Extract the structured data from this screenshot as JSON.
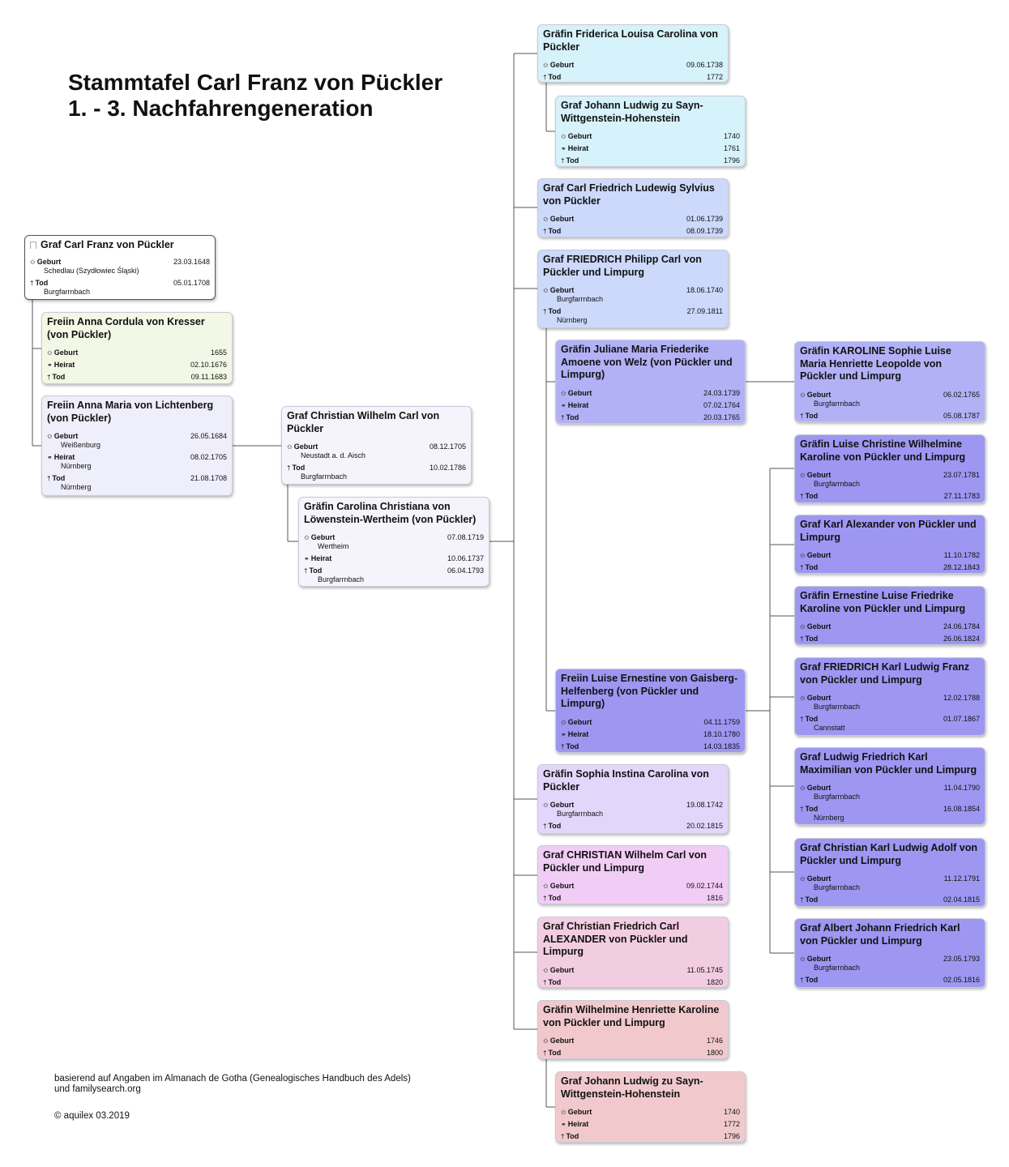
{
  "title": {
    "line1": "Stammtafel Carl Franz von Pückler",
    "line2": "1. - 3. Nachfahrengeneration"
  },
  "footer": {
    "line1": "basierend auf Angaben im Almanach de Gotha (Genealogisches Handbuch des Adels)",
    "line2": "und familysearch.org",
    "copyright": "© aquilex 03.2019"
  },
  "colors": {
    "root": "#ffffff",
    "spouse_green": "#f3f8e6",
    "lavender": "#efeefb",
    "light_lavender": "#f5f4fc",
    "cyan": "#d6f2fb",
    "blue": "#ccd9fb",
    "purple": "#b2b1f6",
    "violet": "#9d97f2",
    "lilac": "#e4d6fb",
    "pink_magenta": "#f1cdf6",
    "pink": "#f2cde2",
    "rose": "#f1c9cd",
    "line": "#555555"
  },
  "people": [
    {
      "key": "carl_franz",
      "name": "Graf Carl Franz von Pückler",
      "events": [
        {
          "label": "Geburt",
          "sym": "✩",
          "date": "23.03.1648",
          "place": "Schedlau (Szydłowiec Śląski)"
        },
        {
          "label": "Tod",
          "sym": "†",
          "date": "05.01.1708",
          "place": "Burgfarrnbach"
        }
      ]
    },
    {
      "key": "anna_cordula",
      "name": "Freiin Anna Cordula von Kresser (von Pückler)",
      "events": [
        {
          "label": "Geburt",
          "sym": "✩",
          "date": "1655"
        },
        {
          "label": "Heirat",
          "sym": "⚭",
          "date": "02.10.1676"
        },
        {
          "label": "Tod",
          "sym": "†",
          "date": "09.11.1683"
        }
      ]
    },
    {
      "key": "anna_maria",
      "name": "Freiin Anna Maria von Lichtenberg (von Pückler)",
      "events": [
        {
          "label": "Geburt",
          "sym": "✩",
          "date": "26.05.1684",
          "place": "Weißenburg"
        },
        {
          "label": "Heirat",
          "sym": "⚭",
          "date": "08.02.1705",
          "place": "Nürnberg"
        },
        {
          "label": "Tod",
          "sym": "†",
          "date": "21.08.1708",
          "place": "Nürnberg"
        }
      ]
    },
    {
      "key": "christian_wilhelm",
      "name": "Graf Christian Wilhelm Carl von Pückler",
      "events": [
        {
          "label": "Geburt",
          "sym": "✩",
          "date": "08.12.1705",
          "place": "Neustadt a. d. Aisch"
        },
        {
          "label": "Tod",
          "sym": "†",
          "date": "10.02.1786",
          "place": "Burgfarrnbach"
        }
      ]
    },
    {
      "key": "carolina",
      "name": "Gräfin Carolina Christiana von Löwenstein-Wertheim (von Pückler)",
      "events": [
        {
          "label": "Geburt",
          "sym": "✩",
          "date": "07.08.1719",
          "place": "Wertheim"
        },
        {
          "label": "Heirat",
          "sym": "⚭",
          "date": "10.06.1737"
        },
        {
          "label": "Tod",
          "sym": "†",
          "date": "06.04.1793",
          "place": "Burgfarrnbach"
        }
      ]
    },
    {
      "key": "friderica",
      "name": "Gräfin Friderica Louisa Carolina von Pückler",
      "events": [
        {
          "label": "Geburt",
          "sym": "✩",
          "date": "09.06.1738"
        },
        {
          "label": "Tod",
          "sym": "†",
          "date": "1772"
        }
      ]
    },
    {
      "key": "johann_ludwig_1",
      "name": "Graf Johann Ludwig zu Sayn-Wittgenstein-Hohenstein",
      "events": [
        {
          "label": "Geburt",
          "sym": "✩",
          "date": "1740"
        },
        {
          "label": "Heirat",
          "sym": "⚭",
          "date": "1761"
        },
        {
          "label": "Tod",
          "sym": "†",
          "date": "1796"
        }
      ]
    },
    {
      "key": "carl_friedrich",
      "name": "Graf Carl Friedrich Ludewig Sylvius von Pückler",
      "events": [
        {
          "label": "Geburt",
          "sym": "✩",
          "date": "01.06.1739"
        },
        {
          "label": "Tod",
          "sym": "†",
          "date": "08.09.1739"
        }
      ]
    },
    {
      "key": "friedrich_philipp",
      "name": "Graf FRIEDRICH Philipp Carl von Pückler und Limpurg",
      "events": [
        {
          "label": "Geburt",
          "sym": "✩",
          "date": "18.06.1740",
          "place": "Burgfarrnbach"
        },
        {
          "label": "Tod",
          "sym": "†",
          "date": "27.09.1811",
          "place": "Nürnberg"
        }
      ]
    },
    {
      "key": "juliane",
      "name": "Gräfin Juliane Maria Friederike Amoene von Welz (von Pückler und Limpurg)",
      "events": [
        {
          "label": "Geburt",
          "sym": "✩",
          "date": "24.03.1739"
        },
        {
          "label": "Heirat",
          "sym": "⚭",
          "date": "07.02.1764"
        },
        {
          "label": "Tod",
          "sym": "†",
          "date": "20.03.1765"
        }
      ]
    },
    {
      "key": "karoline",
      "name": "Gräfin KAROLINE Sophie Luise Maria Henriette Leopolde von Pückler und Limpurg",
      "events": [
        {
          "label": "Geburt",
          "sym": "✩",
          "date": "06.02.1765",
          "place": "Burgfarrnbach"
        },
        {
          "label": "Tod",
          "sym": "†",
          "date": "05.08.1787"
        }
      ]
    },
    {
      "key": "luise_christine",
      "name": "Gräfin Luise Christine Wilhelmine Karoline von Pückler und Limpurg",
      "events": [
        {
          "label": "Geburt",
          "sym": "✩",
          "date": "23.07.1781",
          "place": "Burgfarrnbach"
        },
        {
          "label": "Tod",
          "sym": "†",
          "date": "27.11.1783"
        }
      ]
    },
    {
      "key": "karl_alexander",
      "name": "Graf Karl Alexander von Pückler und Limpurg",
      "events": [
        {
          "label": "Geburt",
          "sym": "✩",
          "date": "11.10.1782"
        },
        {
          "label": "Tod",
          "sym": "†",
          "date": "28.12.1843"
        }
      ]
    },
    {
      "key": "ernestine",
      "name": "Gräfin Ernestine Luise Friedrike Karoline von Pückler und Limpurg",
      "events": [
        {
          "label": "Geburt",
          "sym": "✩",
          "date": "24.06.1784"
        },
        {
          "label": "Tod",
          "sym": "†",
          "date": "26.06.1824"
        }
      ]
    },
    {
      "key": "friedrich_karl",
      "name": "Graf FRIEDRICH Karl Ludwig Franz von Pückler und Limpurg",
      "events": [
        {
          "label": "Geburt",
          "sym": "✩",
          "date": "12.02.1788",
          "place": "Burgfarrnbach"
        },
        {
          "label": "Tod",
          "sym": "†",
          "date": "01.07.1867",
          "place": "Cannstatt"
        }
      ]
    },
    {
      "key": "luise_ernestine",
      "name": "Freiin Luise Ernestine von Gaisberg-Helfenberg (von Pückler und Limpurg)",
      "events": [
        {
          "label": "Geburt",
          "sym": "✩",
          "date": "04.11.1759"
        },
        {
          "label": "Heirat",
          "sym": "⚭",
          "date": "18.10.1780"
        },
        {
          "label": "Tod",
          "sym": "†",
          "date": "14.03.1835"
        }
      ]
    },
    {
      "key": "ludwig_friedrich",
      "name": "Graf Ludwig Friedrich Karl Maximilian von Pückler und Limpurg",
      "events": [
        {
          "label": "Geburt",
          "sym": "✩",
          "date": "11.04.1790",
          "place": "Burgfarrnbach"
        },
        {
          "label": "Tod",
          "sym": "†",
          "date": "16.08.1854",
          "place": "Nürnberg"
        }
      ]
    },
    {
      "key": "sophia",
      "name": "Gräfin Sophia Instina Carolina von Pückler",
      "events": [
        {
          "label": "Geburt",
          "sym": "✩",
          "date": "19.08.1742",
          "place": "Burgfarrnbach"
        },
        {
          "label": "Tod",
          "sym": "†",
          "date": "20.02.1815"
        }
      ]
    },
    {
      "key": "christian_karl",
      "name": "Graf Christian Karl Ludwig Adolf von Pückler und Limpurg",
      "events": [
        {
          "label": "Geburt",
          "sym": "✩",
          "date": "11.12.1791",
          "place": "Burgfarrnbach"
        },
        {
          "label": "Tod",
          "sym": "†",
          "date": "02.04.1815"
        }
      ]
    },
    {
      "key": "christian_wilhelm_2",
      "name": "Graf CHRISTIAN Wilhelm Carl von Pückler und Limpurg",
      "events": [
        {
          "label": "Geburt",
          "sym": "✩",
          "date": "09.02.1744"
        },
        {
          "label": "Tod",
          "sym": "†",
          "date": "1816"
        }
      ]
    },
    {
      "key": "alexander",
      "name": "Graf Christian Friedrich Carl ALEXANDER von Pückler und Limpurg",
      "events": [
        {
          "label": "Geburt",
          "sym": "✩",
          "date": "11.05.1745"
        },
        {
          "label": "Tod",
          "sym": "†",
          "date": "1820"
        }
      ]
    },
    {
      "key": "albert",
      "name": "Graf Albert Johann Friedrich Karl von Pückler und Limpurg",
      "events": [
        {
          "label": "Geburt",
          "sym": "✩",
          "date": "23.05.1793",
          "place": "Burgfarrnbach"
        },
        {
          "label": "Tod",
          "sym": "†",
          "date": "02.05.1816"
        }
      ]
    },
    {
      "key": "wilhelmine",
      "name": "Gräfin Wilhelmine Henriette Karoline von Pückler und Limpurg",
      "events": [
        {
          "label": "Geburt",
          "sym": "✩",
          "date": "1746"
        },
        {
          "label": "Tod",
          "sym": "†",
          "date": "1800"
        }
      ]
    },
    {
      "key": "johann_ludwig_2",
      "name": "Graf Johann Ludwig zu Sayn-Wittgenstein-Hohenstein",
      "events": [
        {
          "label": "Geburt",
          "sym": "✩",
          "date": "1740"
        },
        {
          "label": "Heirat",
          "sym": "⚭",
          "date": "1772"
        },
        {
          "label": "Tod",
          "sym": "†",
          "date": "1796"
        }
      ]
    }
  ]
}
